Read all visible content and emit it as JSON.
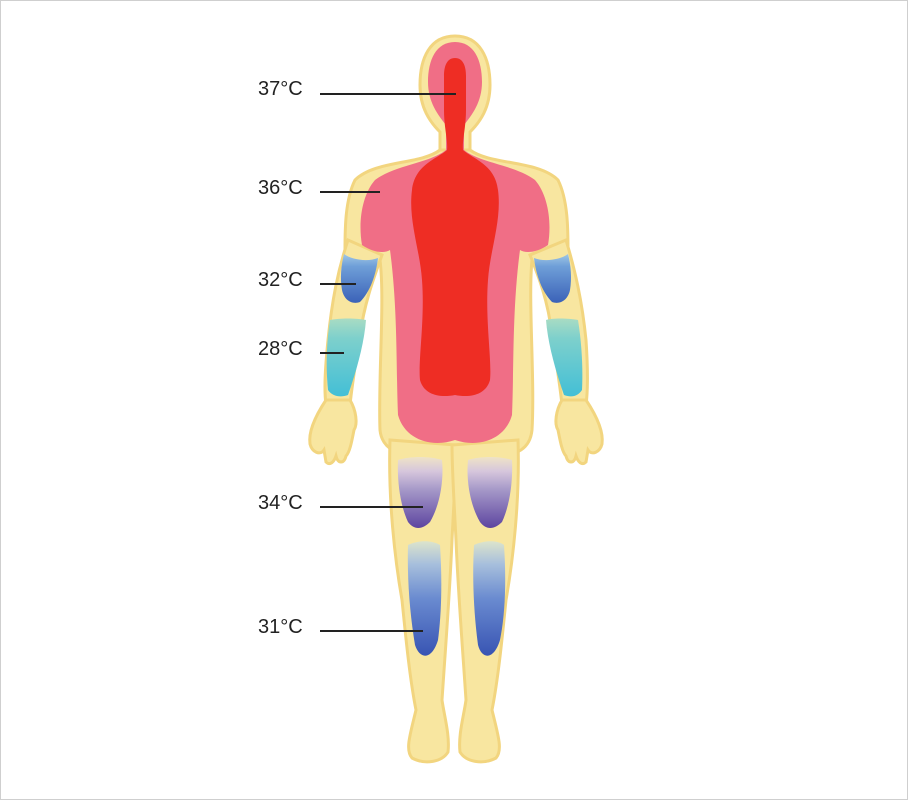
{
  "colors": {
    "skin": "#f8e6a0",
    "skin_edge": "#f2d57f",
    "core_pink": "#f06e86",
    "core_red": "#ee2d24",
    "lower_arm_blue": "#3b6cc0",
    "forearm_cyan": "#4ec3d6",
    "thigh_purple": "#6a53a8",
    "calf_blue": "#3d5cb5",
    "leader_line": "#222222"
  },
  "labels": {
    "head": "37°C",
    "torso": "36°C",
    "upper_arm": "32°C",
    "forearm": "28°C",
    "thigh": "34°C",
    "calf": "31°C"
  }
}
